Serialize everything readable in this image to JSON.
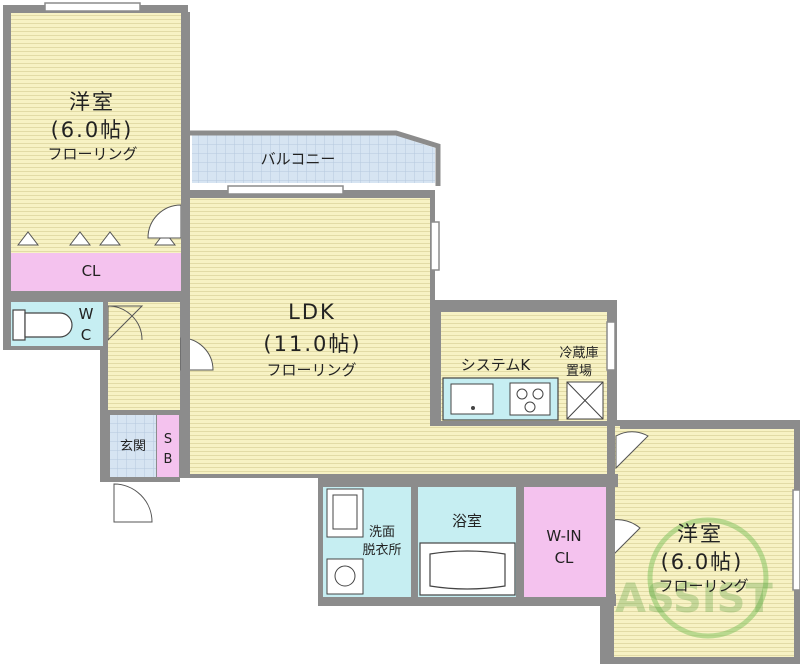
{
  "rooms": {
    "western_room_top": {
      "name": "洋室",
      "size": "(6.0帖)",
      "floor": "フローリング"
    },
    "closet_top": "CL",
    "balcony": "バルコニー",
    "ldk": {
      "name": "LDK",
      "size": "(11.0帖)",
      "floor": "フローリング"
    },
    "wc": [
      "W",
      "C"
    ],
    "entrance": "玄関",
    "shoe_box": [
      "S",
      "B"
    ],
    "kitchen": "システムK",
    "fridge": [
      "冷蔵庫",
      "置場"
    ],
    "bath": "浴室",
    "washroom": [
      "洗面",
      "脱衣所"
    ],
    "walk_in_closet": [
      "W-IN",
      "CL"
    ],
    "western_room_bottom": {
      "name": "洋室",
      "size": "(6.0帖)",
      "floor": "フローリング"
    }
  },
  "logo": {
    "text": "ASSIST"
  },
  "colors": {
    "floor": "#f7f2c4",
    "closet": "#f4c2ee",
    "wet_area": "#c6eef2",
    "balcony": "#d6e4f2",
    "wall": "#8c8c8c"
  }
}
